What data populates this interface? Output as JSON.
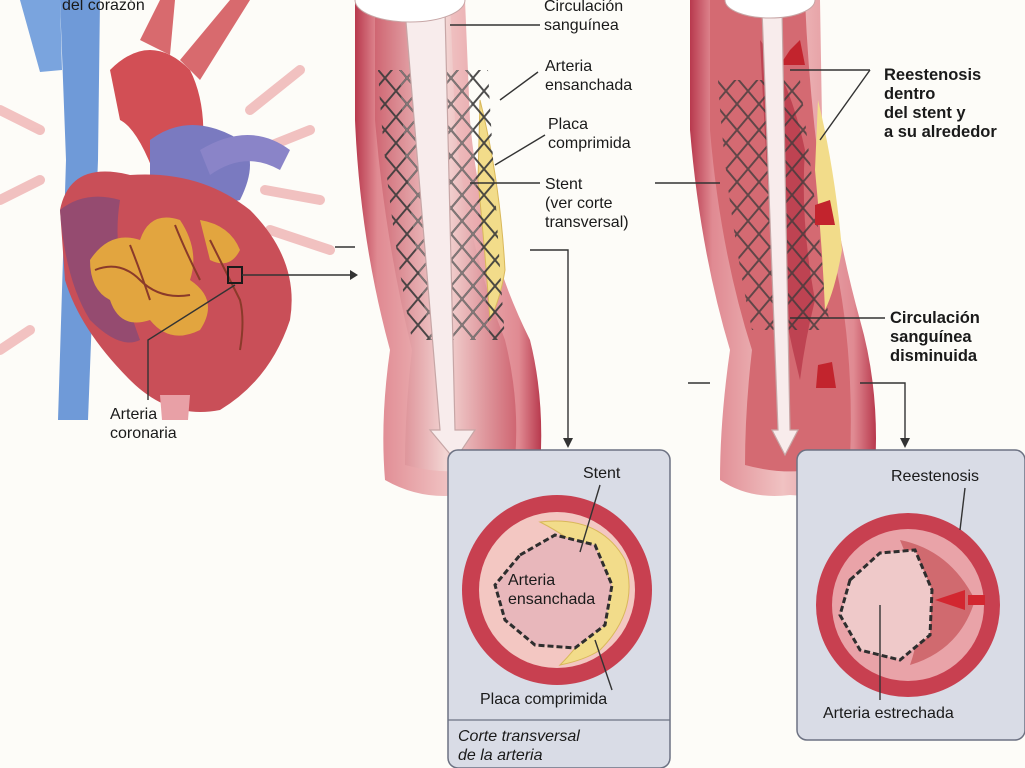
{
  "labels": {
    "heart_top": "del corazón",
    "coronary_artery": "Arteria\ncoronaria",
    "blood_flow": "Circulación\nsanguínea",
    "widened_artery": "Arteria\nensanchada",
    "compressed_plaque": "Placa\ncomprimida",
    "stent_see": "Stent\n(ver corte\ntransversal)",
    "restenosis_title": "Reestenosis\ndentro\ndel stent y\na su alrededor",
    "reduced_flow": "Circulación\nsanguínea\ndisminuida"
  },
  "left_inset": {
    "stent": "Stent",
    "widened_artery": "Arteria\nensanchada",
    "compressed_plaque": "Placa comprimida",
    "caption": "Corte transversal\nde la arteria"
  },
  "right_inset": {
    "restenosis": "Reestenosis",
    "narrowed_artery": "Arteria estrechada"
  },
  "colors": {
    "artery_outer": "#c8485a",
    "artery_inner": "#e79aa0",
    "plaque": "#f2dc8a",
    "vein_blue": "#5b8fd0",
    "heart_red": "#c94f58",
    "fat": "#e2a53f",
    "inset_bg": "#d9dce6",
    "stent_mesh": "#3a3a3a"
  }
}
